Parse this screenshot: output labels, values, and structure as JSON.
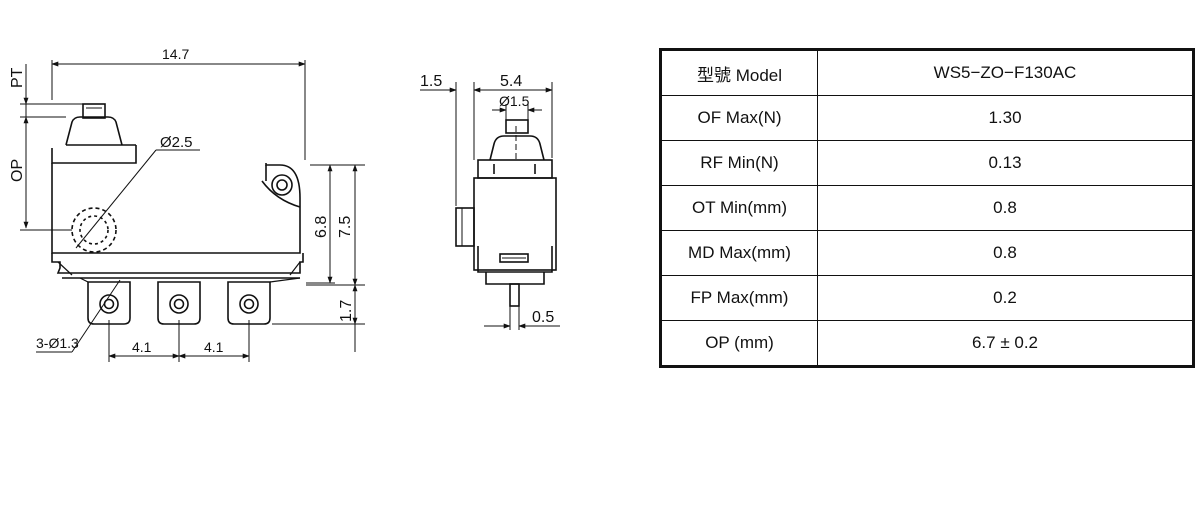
{
  "side_view": {
    "dim_length": "14.7",
    "dim_pt": "PT",
    "dim_op": "OP",
    "dim_pivot_dia": "Ø2.5",
    "dim_height_68": "6.8",
    "dim_height_75": "7.5",
    "dim_terminal": "1.7",
    "dim_holes": "3-Ø1.3",
    "dim_pitch_1": "4.1",
    "dim_pitch_2": "4.1"
  },
  "end_view": {
    "dim_offset": "1.5",
    "dim_width": "5.4",
    "dim_plunger_dia": "Ø1.5",
    "dim_terminal_thickness": "0.5"
  },
  "spec_table": {
    "rows": [
      {
        "label": "型號 Model",
        "value": "WS5−ZO−F130AC"
      },
      {
        "label": "OF Max(N)",
        "value": "1.30"
      },
      {
        "label": "RF Min(N)",
        "value": "0.13"
      },
      {
        "label": "OT Min(mm)",
        "value": "0.8"
      },
      {
        "label": "MD Max(mm)",
        "value": "0.8"
      },
      {
        "label": "FP Max(mm)",
        "value": "0.2"
      },
      {
        "label": "OP (mm)",
        "value": "6.7 ± 0.2"
      }
    ]
  }
}
